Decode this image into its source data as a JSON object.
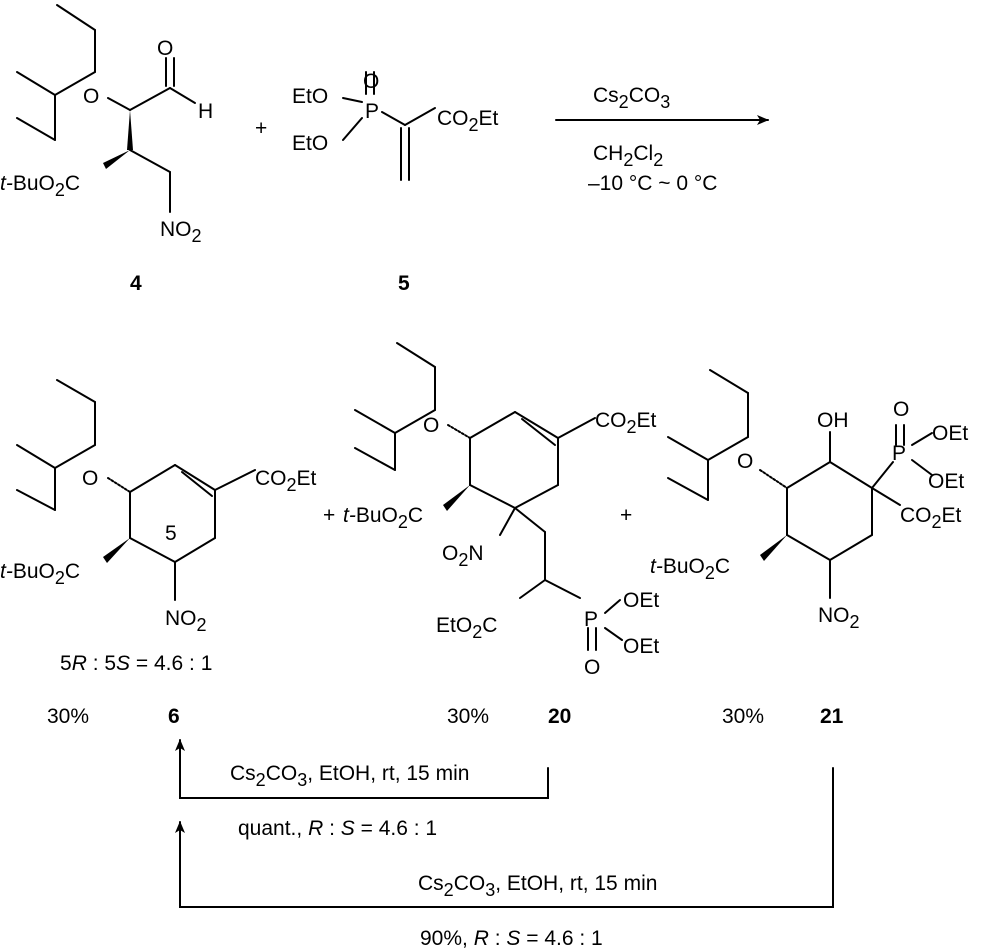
{
  "reaction_top": {
    "compound_4": {
      "number": "4",
      "aldehyde_O": "O",
      "aldehyde_H": "H",
      "ether_O": "O",
      "ester_prefix": "t-",
      "ester_rest": "BuO",
      "ester_sub": "2",
      "ester_end": "C",
      "nitro": "NO",
      "nitro_sub": "2"
    },
    "plus": "+",
    "compound_5": {
      "number": "5",
      "eto_upper": "EtO",
      "eto_lower": "EtO",
      "P": "P",
      "P_O": "O",
      "ester": "CO",
      "ester_sub": "2",
      "ester_end": "Et"
    },
    "conditions": {
      "reagent": "Cs",
      "reagent_sub1": "2",
      "reagent_mid": "CO",
      "reagent_sub2": "3",
      "solvent": "CH",
      "solvent_sub1": "2",
      "solvent_mid": "Cl",
      "solvent_sub2": "2",
      "temperature": "–10 °C ~ 0 °C"
    }
  },
  "products": {
    "compound_6": {
      "number": "6",
      "yield": "30%",
      "ring_label": "5",
      "ether_O": "O",
      "ester_top": "CO",
      "ester_top_sub": "2",
      "ester_top_end": "Et",
      "ester_prefix": "t-",
      "ester_rest": "BuO",
      "ester_sub": "2",
      "ester_end": "C",
      "nitro": "NO",
      "nitro_sub": "2",
      "ratio_a": "5",
      "ratio_R": "R",
      "ratio_sep": " : 5",
      "ratio_S": "S",
      "ratio_val": " = 4.6 : 1"
    },
    "compound_20": {
      "number": "20",
      "yield": "30%",
      "plus": "+",
      "ether_O": "O",
      "ester_top": "CO",
      "ester_top_sub": "2",
      "ester_top_end": "Et",
      "ester_prefix": "t-",
      "ester_rest": "BuO",
      "ester_sub": "2",
      "ester_end": "C",
      "nitro_pre": "O",
      "nitro_sub": "2",
      "nitro_end": "N",
      "ester_low": "EtO",
      "ester_low_sub": "2",
      "ester_low_end": "C",
      "P": "P",
      "P_O": "O",
      "oet_upper": "OEt",
      "oet_lower": "OEt"
    },
    "plus2": "+",
    "compound_21": {
      "number": "21",
      "yield": "30%",
      "OH": "OH",
      "ether_O": "O",
      "P": "P",
      "P_O": "O",
      "oet_upper": "OEt",
      "oet_lower": "OEt",
      "ester": "CO",
      "ester_sub": "2",
      "ester_end": "Et",
      "ester_prefix": "t-",
      "ester_rest": "BuO",
      "ester_sub2": "2",
      "ester_end2": "C",
      "nitro": "NO",
      "nitro_sub": "2"
    }
  },
  "conversions": {
    "from_20": {
      "cond_a": "Cs",
      "cond_sub1": "2",
      "cond_b": "CO",
      "cond_sub2": "3",
      "cond_c": ", EtOH, rt, 15 min",
      "result_a": "quant., ",
      "result_R": "R",
      "result_sep": " : ",
      "result_S": "S",
      "result_val": " = 4.6 : 1"
    },
    "from_21": {
      "cond_a": "Cs",
      "cond_sub1": "2",
      "cond_b": "CO",
      "cond_sub2": "3",
      "cond_c": ", EtOH, rt, 15 min",
      "result_a": "90%, ",
      "result_R": "R",
      "result_sep": " : ",
      "result_S": "S",
      "result_val": " = 4.6 : 1"
    }
  }
}
